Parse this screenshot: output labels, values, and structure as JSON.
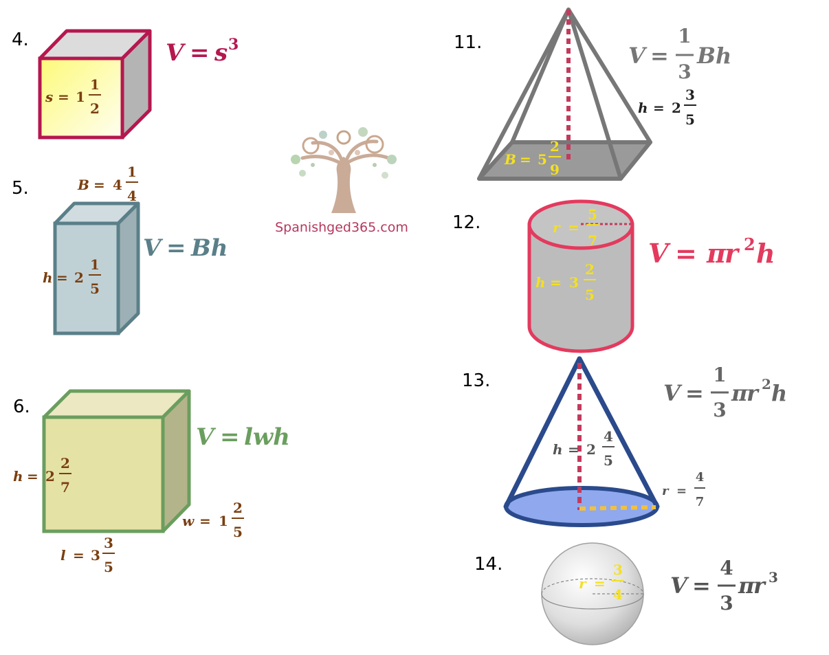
{
  "colors": {
    "cube": "#b5174f",
    "prism": "#5a7f88",
    "box": "#6a9e5e",
    "pyramid": "#777777",
    "cylinder": "#e33a5e",
    "cone": "#2a4a8c",
    "label_brown": "#7a3f10",
    "label_yellow": "#f4e020",
    "dotted": "#c43a5c",
    "logo_text": "#b5385e"
  },
  "logo": {
    "text": "Spanishged365.com",
    "icon": "tree-icon"
  },
  "problems": [
    {
      "number": "4.",
      "shape": "cube",
      "formula": {
        "lhs": "V",
        "eq": "=",
        "base": "s",
        "exp": "3"
      },
      "labels": [
        {
          "var": "s",
          "eq": "=",
          "whole": "1",
          "num": "1",
          "den": "2"
        }
      ]
    },
    {
      "number": "5.",
      "shape": "rectangular-prism",
      "formula": {
        "lhs": "V",
        "eq": "=",
        "rhs": "Bh"
      },
      "labels": [
        {
          "var": "B",
          "eq": "=",
          "whole": "4",
          "num": "1",
          "den": "4"
        },
        {
          "var": "h",
          "eq": "=",
          "whole": "2",
          "num": "1",
          "den": "5"
        }
      ]
    },
    {
      "number": "6.",
      "shape": "box",
      "formula": {
        "lhs": "V",
        "eq": "=",
        "rhs": "lwh"
      },
      "labels": [
        {
          "var": "h",
          "eq": "=",
          "whole": "2",
          "num": "2",
          "den": "7"
        },
        {
          "var": "w",
          "eq": "=",
          "whole": "1",
          "num": "2",
          "den": "5"
        },
        {
          "var": "l",
          "eq": "=",
          "whole": "3",
          "num": "3",
          "den": "5"
        }
      ]
    },
    {
      "number": "11.",
      "shape": "pyramid",
      "formula": {
        "lhs": "V",
        "eq": "=",
        "num": "1",
        "den": "3",
        "rhs": "Bh"
      },
      "labels": [
        {
          "var": "h",
          "eq": "=",
          "whole": "2",
          "num": "3",
          "den": "5"
        },
        {
          "var": "B",
          "eq": "=",
          "whole": "5",
          "num": "2",
          "den": "9"
        }
      ]
    },
    {
      "number": "12.",
      "shape": "cylinder",
      "formula": {
        "lhs": "V",
        "eq": "=",
        "pi": "π",
        "r": "r",
        "exp": "2",
        "h": "h"
      },
      "labels": [
        {
          "var": "r",
          "eq": "=",
          "num": "5",
          "den": "7"
        },
        {
          "var": "h",
          "eq": "=",
          "whole": "3",
          "num": "2",
          "den": "5"
        }
      ]
    },
    {
      "number": "13.",
      "shape": "cone",
      "formula": {
        "lhs": "V",
        "eq": "=",
        "num": "1",
        "den": "3",
        "pi": "π",
        "r": "r",
        "exp": "2",
        "h": "h"
      },
      "labels": [
        {
          "var": "h",
          "eq": "=",
          "whole": "2",
          "num": "4",
          "den": "5"
        },
        {
          "var": "r",
          "eq": "=",
          "num": "4",
          "den": "7"
        }
      ]
    },
    {
      "number": "14.",
      "shape": "sphere",
      "formula": {
        "lhs": "V",
        "eq": "=",
        "num": "4",
        "den": "3",
        "pi": "π",
        "r": "r",
        "exp": "3"
      },
      "labels": [
        {
          "var": "r",
          "eq": "=",
          "num": "3",
          "den": "4"
        }
      ]
    }
  ]
}
